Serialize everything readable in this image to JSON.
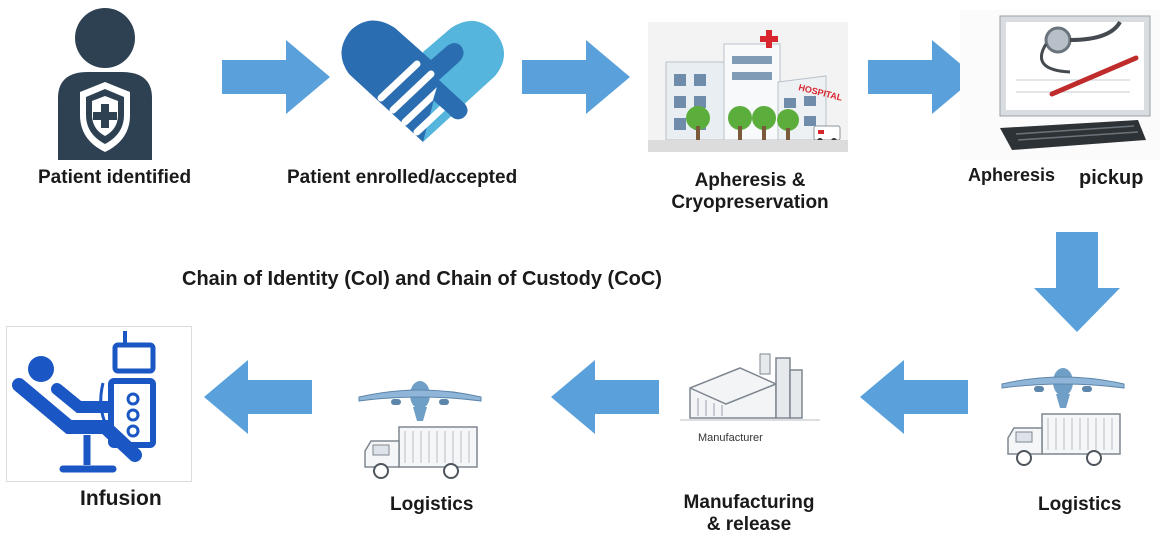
{
  "steps": {
    "patient_identified": "Patient identified",
    "patient_enrolled": "Patient enrolled/accepted",
    "apheresis_line1": "Apheresis &",
    "apheresis_line2": "Cryopreservation",
    "apheresis_pickup_a": "Apheresis",
    "apheresis_pickup_b": "pickup",
    "logistics_right": "Logistics",
    "manufacturing_line1": "Manufacturing",
    "manufacturing_line2": "& release",
    "logistics_left": "Logistics",
    "infusion": "Infusion"
  },
  "center_title": "Chain of Identity (CoI) and Chain of Custody (CoC)",
  "manufacturer_caption": "Manufacturer",
  "hospital_sign": "HOSPITAL",
  "colors": {
    "arrow": "#5aa1dc",
    "person": "#2e4152",
    "hands_dark": "#2a6db1",
    "hands_light": "#55b5dc",
    "infusion_blue": "#1a56c4"
  },
  "icons": [
    "person-shield-icon",
    "handshake-icon",
    "hospital-icon",
    "computer-stethoscope-icon",
    "airplane-icon",
    "truck-icon",
    "factory-icon",
    "infusion-chair-icon"
  ]
}
